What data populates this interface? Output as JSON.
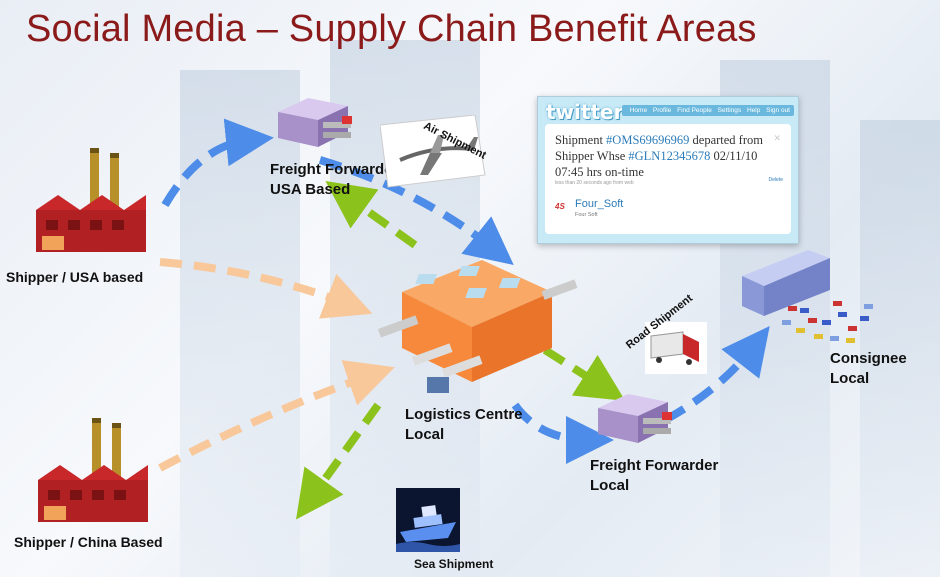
{
  "title": "Social Media – Supply Chain Benefit Areas",
  "nodes": {
    "shipper_usa": "Shipper / USA based",
    "shipper_china": "Shipper / China Based",
    "ff_usa": [
      "Freight Forwarder",
      "USA Based"
    ],
    "logistics": [
      "Logistics Centre",
      "Local"
    ],
    "ff_local": [
      "Freight Forwarder",
      "Local"
    ],
    "consignee": [
      "Consignee",
      "Local"
    ]
  },
  "modes": {
    "air": "Air Shipment",
    "road": "Road Shipment",
    "sea": "Sea Shipment"
  },
  "twitter": {
    "logo": "twitter",
    "nav": [
      "Home",
      "Profile",
      "Find People",
      "Settings",
      "Help",
      "Sign out"
    ],
    "msg_prefix": "Shipment ",
    "shipment_tag": "#OMS69696969",
    "msg_mid": " departed from Shipper Whse ",
    "location_tag": "#GLN12345678",
    "msg_suffix": " 02/11/10 07:45 hrs on-time",
    "meta": "less than 20 seconds ago from web",
    "delete": "Delete",
    "user": "Four_Soft",
    "user_sub": "Four Soft",
    "avatar": "4S"
  },
  "colors": {
    "title": "#8b1a1a",
    "blue_flow": "#4d8ce8",
    "orange_flow": "#f8c79a",
    "green_flow": "#8cc21c",
    "factory_red": "#c8282a",
    "hub_orange": "#f6893b"
  }
}
